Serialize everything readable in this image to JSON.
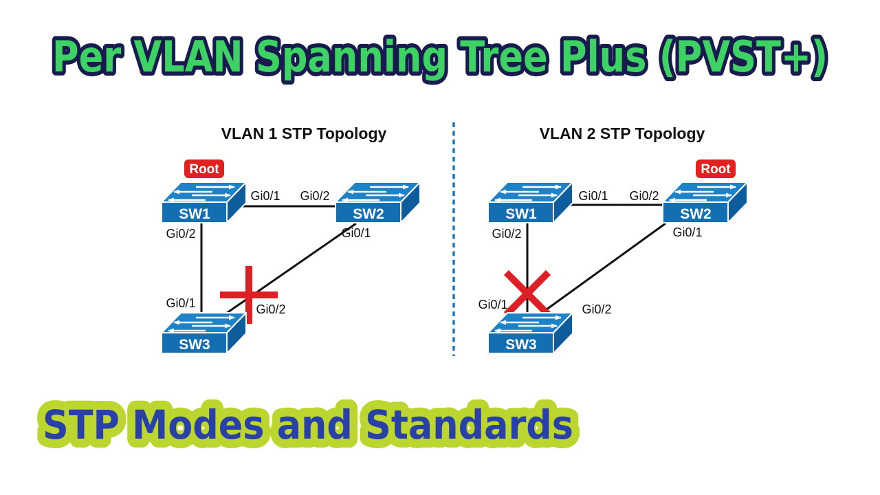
{
  "header": {
    "title": "Per VLAN Spanning Tree Plus (PVST+)",
    "text_color": "#3ed164",
    "outline_color": "#181b4d"
  },
  "footer": {
    "title": "STP Modes and Standards",
    "text_color": "#2840a8",
    "highlight_color": "#bdd62f"
  },
  "divider": {
    "style": "dashed",
    "color": "#1b79b7"
  },
  "colors": {
    "switch_top": "#1d82c6",
    "switch_front": "#146fb2",
    "switch_side": "#0d5c9b",
    "switch_label_text": "#ffffff",
    "root_badge_bg": "#e0211f",
    "root_badge_text": "#ffffff",
    "link": "#111111",
    "blocked_cross": "#dd2026",
    "label_text": "#111111",
    "diagram_title_text": "#111111"
  },
  "diagrams": [
    {
      "title": "VLAN 1 STP Topology",
      "root_switch": "SW1",
      "root_badge": "Root",
      "switches": [
        {
          "name": "SW1"
        },
        {
          "name": "SW2"
        },
        {
          "name": "SW3"
        }
      ],
      "links": [
        {
          "from": "SW1",
          "to": "SW2",
          "port_a": "Gi0/1",
          "port_b": "Gi0/2",
          "blocked": false
        },
        {
          "from": "SW1",
          "to": "SW3",
          "port_a": "Gi0/2",
          "port_b": "Gi0/1",
          "blocked": false
        },
        {
          "from": "SW2",
          "to": "SW3",
          "port_a": "Gi0/1",
          "port_b": "Gi0/2",
          "blocked": true,
          "block_marker": "plus-cross"
        }
      ]
    },
    {
      "title": "VLAN 2 STP Topology",
      "root_switch": "SW2",
      "root_badge": "Root",
      "switches": [
        {
          "name": "SW1"
        },
        {
          "name": "SW2"
        },
        {
          "name": "SW3"
        }
      ],
      "links": [
        {
          "from": "SW1",
          "to": "SW2",
          "port_a": "Gi0/1",
          "port_b": "Gi0/2",
          "blocked": false
        },
        {
          "from": "SW1",
          "to": "SW3",
          "port_a": "Gi0/2",
          "port_b": "Gi0/1",
          "blocked": true,
          "block_marker": "x-cross"
        },
        {
          "from": "SW2",
          "to": "SW3",
          "port_a": "Gi0/1",
          "port_b": "Gi0/2",
          "blocked": false
        }
      ]
    }
  ]
}
